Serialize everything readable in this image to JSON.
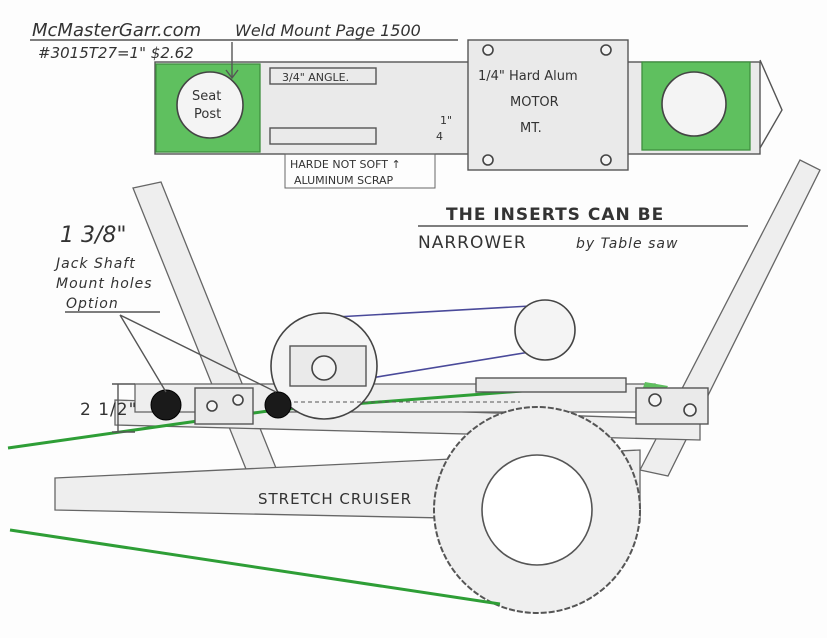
{
  "header": {
    "source": "McMasterGarr.com",
    "page_ref": "Weld Mount Page 1500",
    "part": "#3015T27=1\" $2.62"
  },
  "top_assembly": {
    "seat_post_label_1": "Seat",
    "seat_post_label_2": "Post",
    "angle_label": "3/4\" ANGLE.",
    "motor_label_1": "1/4\" Hard Alum",
    "motor_label_2": "MOTOR",
    "motor_label_3": "MT.",
    "thickness_label": "1\"",
    "thickness_sub": "4",
    "material_note_1": "HARDE NOT SOFT ↑",
    "material_note_2": "ALUMINUM SCRAP"
  },
  "notes": {
    "inserts_1": "THE INSERTS CAN BE",
    "inserts_2": "NARROWER",
    "inserts_3": "by Table saw"
  },
  "jackshaft": {
    "size": "1 3/8\"",
    "line1": "Jack Shaft",
    "line2": "Mount holes",
    "line3": "Option"
  },
  "dimension": {
    "height": "2 1/2\""
  },
  "bike": {
    "frame_label": "STRETCH CRUISER"
  },
  "colors": {
    "insert_green": "#5fc05f",
    "chain_green": "#2e9e36",
    "belt_blue": "#4a4a9a",
    "hub_black": "#1a1a1a"
  }
}
